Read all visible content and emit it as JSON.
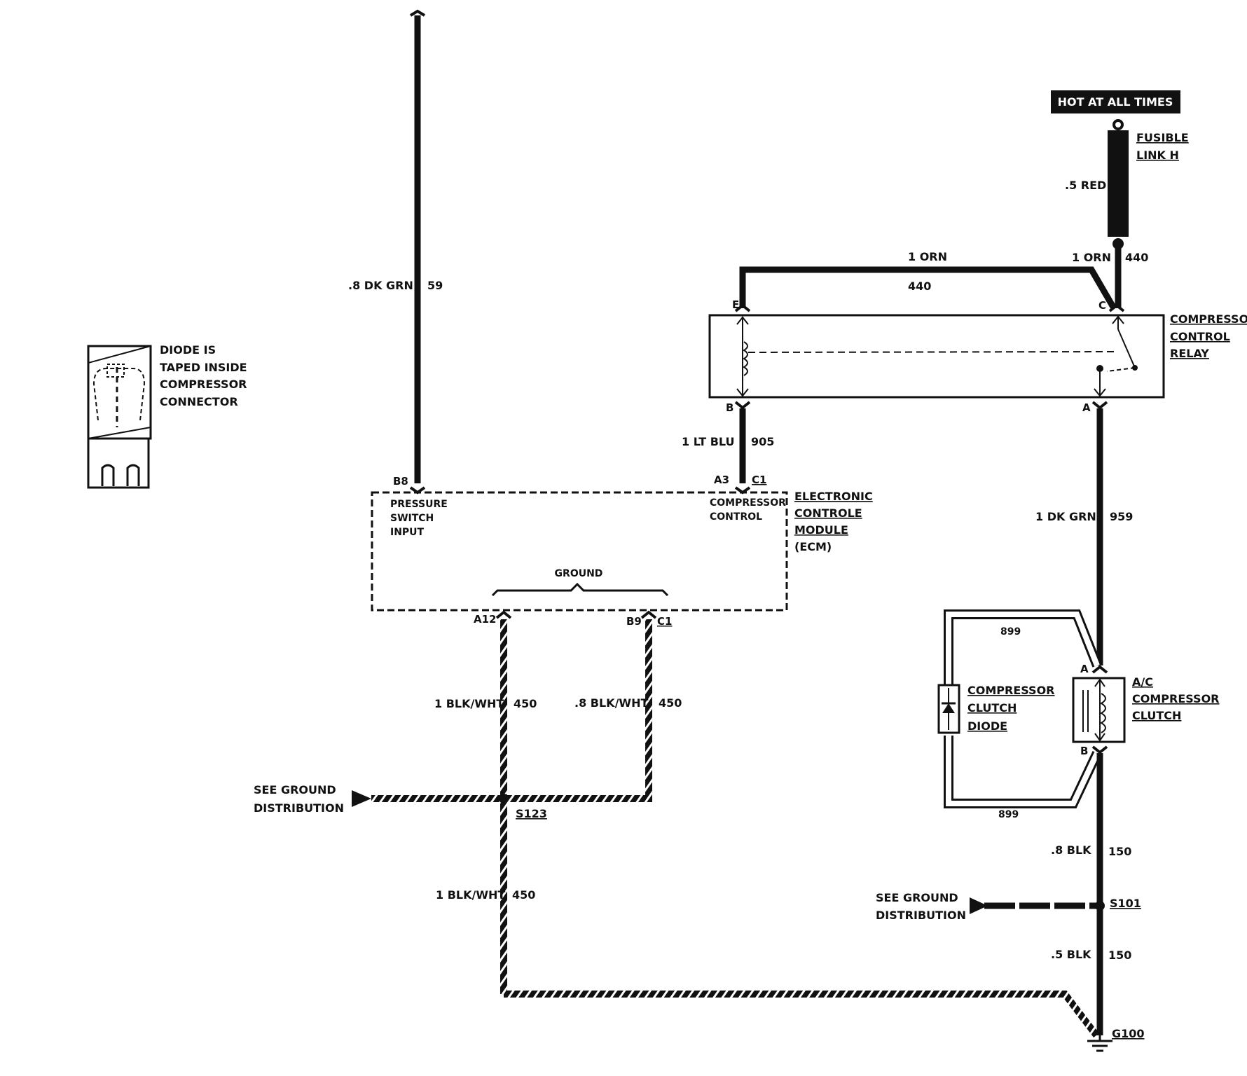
{
  "power": {
    "hot_label": "HOT AT ALL TIMES",
    "fusible_line1": "FUSIBLE",
    "fusible_line2": "LINK H"
  },
  "wires": {
    "red_05": ".5 RED",
    "orn_1_top": "1 ORN",
    "orn_1_right": "1 ORN",
    "circuit_440": "440",
    "circuit_440_mid": "440",
    "dkgrn_08": ".8 DK GRN",
    "circuit_59": "59",
    "ltblu_1": "1 LT BLU",
    "circuit_905": "905",
    "dkgrn_1": "1 DK GRN",
    "circuit_959": "959",
    "blkwht_1_a": "1 BLK/WHT",
    "circuit_450_a": "450",
    "blkwht_08": ".8 BLK/WHT",
    "circuit_450_b": "450",
    "blkwht_1_b": "1 BLK/WHT",
    "circuit_450_c": "450",
    "blk_08": ".8 BLK",
    "circuit_150_a": "150",
    "blk_05": ".5 BLK",
    "circuit_150_b": "150",
    "circuit_899_top": "899",
    "circuit_899_bottom": "899"
  },
  "relay": {
    "line1": "COMPRESSOR",
    "line2": "CONTROL",
    "line3": "RELAY",
    "pin_e": "E",
    "pin_c": "C",
    "pin_b": "B",
    "pin_a": "A"
  },
  "ecm": {
    "line1": "ELECTRONIC",
    "line2": "CONTROLE",
    "line3": "MODULE",
    "line4": "(ECM)",
    "pin_b8": "B8",
    "pin_a3": "A3",
    "conn_c1_top": "C1",
    "pressure_line1": "PRESSURE",
    "pressure_line2": "SWITCH",
    "pressure_line3": "INPUT",
    "compressor_line1": "COMPRESSOR",
    "compressor_line2": "CONTROL",
    "ground": "GROUND",
    "pin_a12": "A12",
    "pin_b9": "B9",
    "conn_c1_bottom": "C1"
  },
  "clutch": {
    "line1": "A/C",
    "line2": "COMPRESSOR",
    "line3": "CLUTCH",
    "pin_a": "A",
    "pin_b": "B"
  },
  "diode": {
    "line1": "COMPRESSOR",
    "line2": "CLUTCH",
    "line3": "DIODE"
  },
  "connector_note": {
    "line1": "DIODE IS",
    "line2": "TAPED INSIDE",
    "line3": "COMPRESSOR",
    "line4": "CONNECTOR"
  },
  "grounds": {
    "see_left_1": "SEE GROUND",
    "see_left_2": "DISTRIBUTION",
    "see_right_1": "SEE GROUND",
    "see_right_2": "DISTRIBUTION",
    "splice_s123": "S123",
    "splice_s101": "S101",
    "ground_g100": "G100"
  }
}
